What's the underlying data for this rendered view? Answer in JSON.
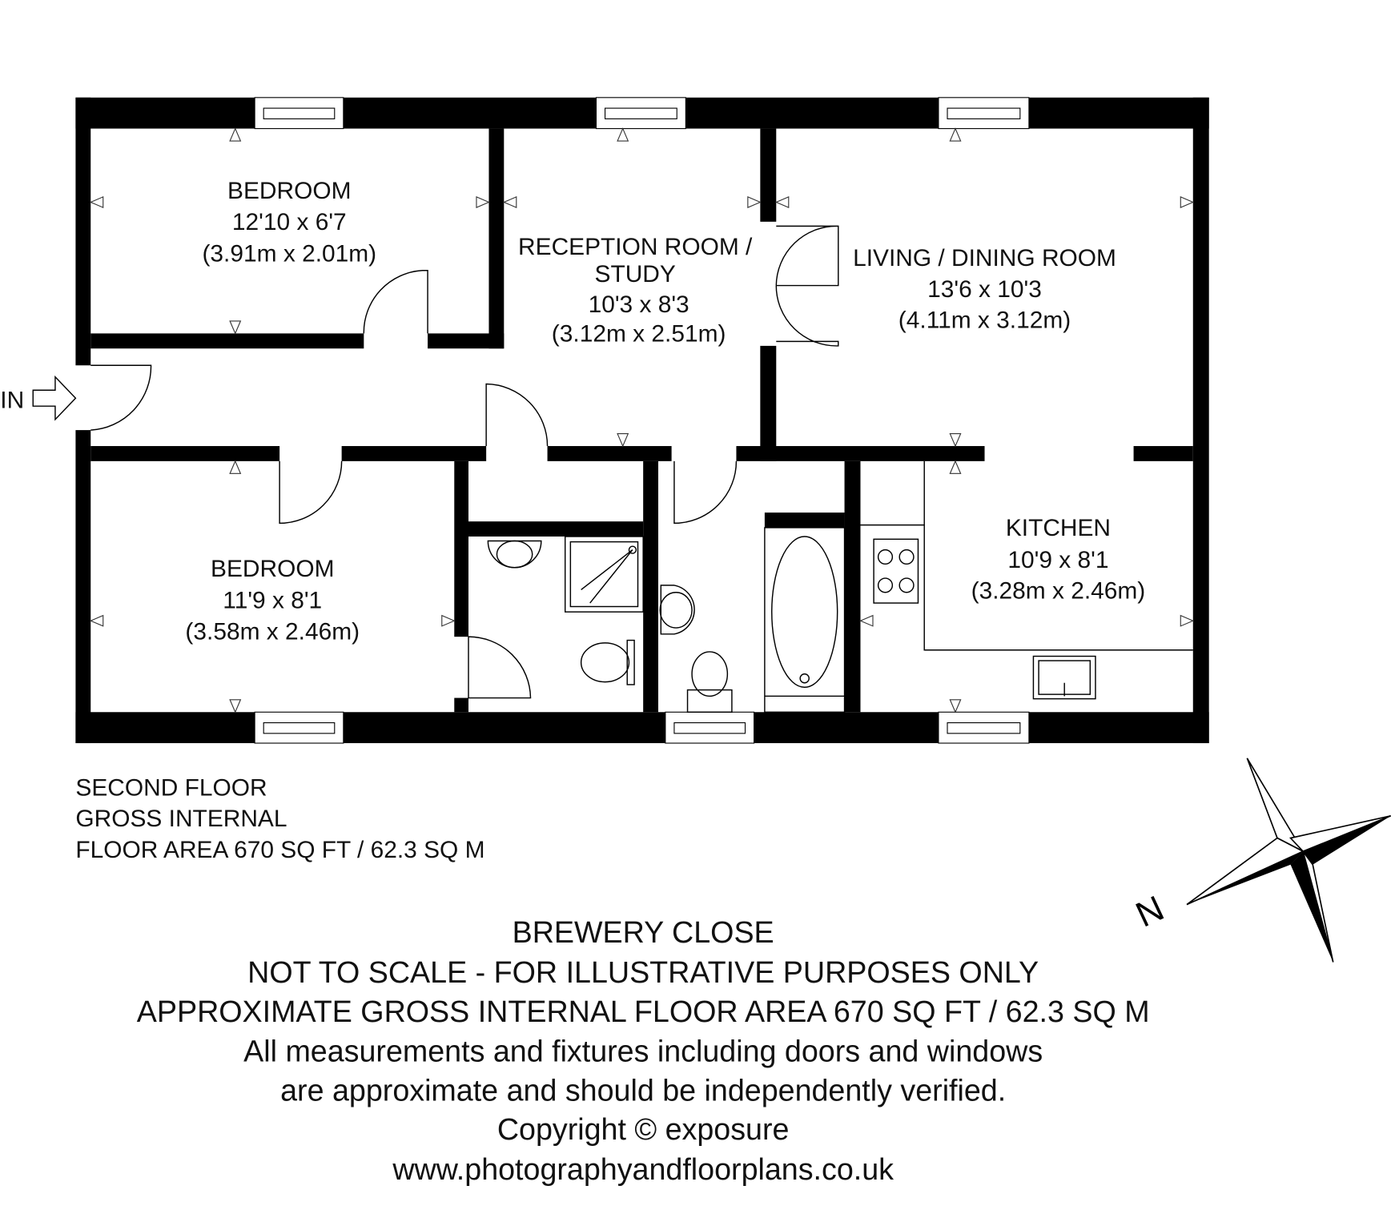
{
  "entrance_label": "IN",
  "rooms": [
    {
      "name": "BEDROOM",
      "imperial": "12'10 x 6'7",
      "metric": "(3.91m x 2.01m)"
    },
    {
      "name": "RECEPTION ROOM /",
      "name2": "STUDY",
      "imperial": "10'3 x 8'3",
      "metric": "(3.12m x 2.51m)"
    },
    {
      "name": "LIVING / DINING ROOM",
      "imperial": "13'6 x 10'3",
      "metric": "(4.11m x 3.12m)"
    },
    {
      "name": "BEDROOM",
      "imperial": "11'9 x 8'1",
      "metric": "(3.58m x 2.46m)"
    },
    {
      "name": "KITCHEN",
      "imperial": "10'9 x 8'1",
      "metric": "(3.28m x 2.46m)"
    }
  ],
  "floor_info": [
    "SECOND FLOOR",
    "GROSS INTERNAL",
    "FLOOR AREA 670 SQ FT / 62.3 SQ M"
  ],
  "compass_label": "N",
  "footer": [
    "BREWERY CLOSE",
    "NOT TO SCALE - FOR ILLUSTRATIVE PURPOSES ONLY",
    "APPROXIMATE GROSS INTERNAL FLOOR AREA 670 SQ FT / 62.3 SQ M",
    "All measurements and fixtures including doors and windows",
    "are approximate and should be independently verified.",
    "Copyright © exposure",
    "www.photographyandfloorplans.co.uk"
  ]
}
